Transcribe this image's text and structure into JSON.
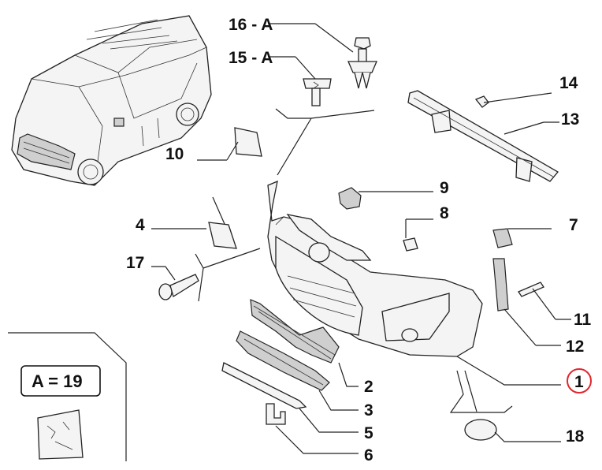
{
  "diagram": {
    "callouts": [
      {
        "id": "c16",
        "text": "16 - A"
      },
      {
        "id": "c15",
        "text": "15 - A"
      },
      {
        "id": "c14",
        "text": "14"
      },
      {
        "id": "c13",
        "text": "13"
      },
      {
        "id": "c10",
        "text": "10"
      },
      {
        "id": "c9",
        "text": "9"
      },
      {
        "id": "c8",
        "text": "8"
      },
      {
        "id": "c4",
        "text": "4"
      },
      {
        "id": "c7",
        "text": "7"
      },
      {
        "id": "c17",
        "text": "17"
      },
      {
        "id": "c11",
        "text": "11"
      },
      {
        "id": "c12",
        "text": "12"
      },
      {
        "id": "c1",
        "text": "1"
      },
      {
        "id": "c2",
        "text": "2"
      },
      {
        "id": "c3",
        "text": "3"
      },
      {
        "id": "c5",
        "text": "5"
      },
      {
        "id": "c18",
        "text": "18"
      },
      {
        "id": "c6",
        "text": "6"
      }
    ],
    "legend_box": "A = 19",
    "highlight_color": "#e0262e"
  }
}
